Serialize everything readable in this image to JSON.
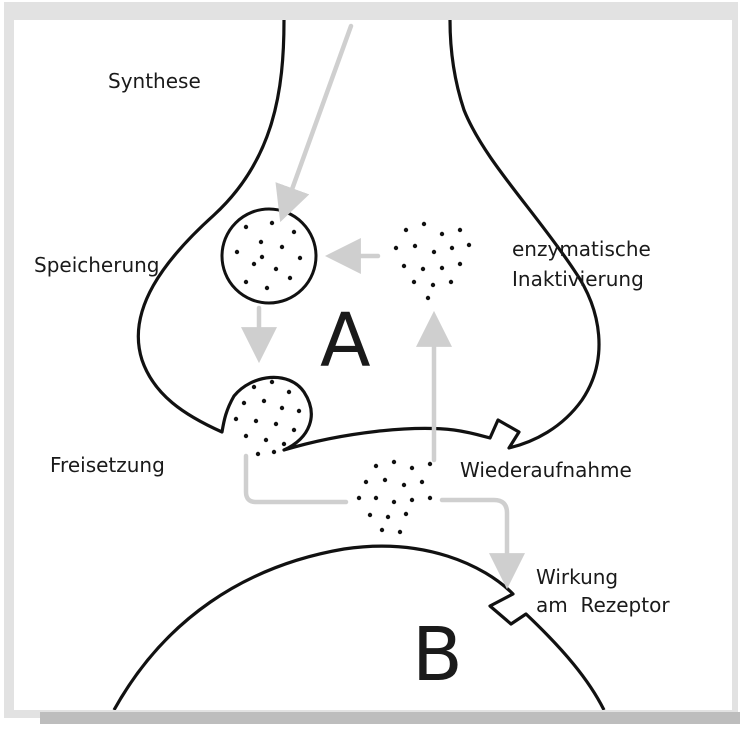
{
  "labels": {
    "synthesis": "Synthese",
    "storage": "Speicherung",
    "enzymatic_line1": "enzymatische",
    "enzymatic_line2": "Inaktivierung",
    "release": "Freisetzung",
    "reuptake": "Wiederaufnahme",
    "effect_line1": "Wirkung",
    "effect_line2": "am  Rezeptor"
  },
  "regions": {
    "presynaptic": "A",
    "postsynaptic": "B"
  },
  "colors": {
    "outline": "#111111",
    "arrow": "#cfcfcf",
    "dots": "#111111",
    "frame": "#e2e2e2"
  }
}
